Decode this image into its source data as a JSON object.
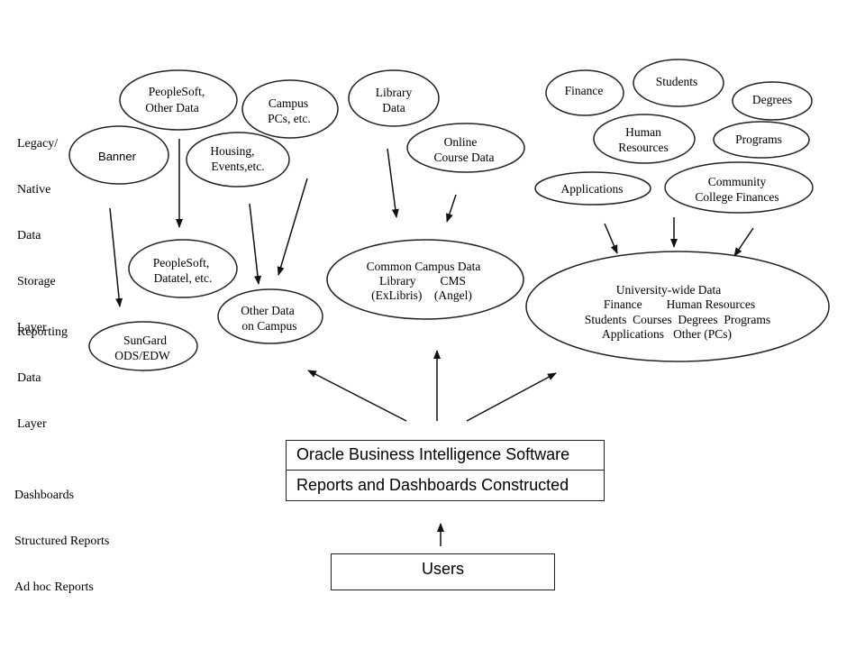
{
  "layer_labels": {
    "legacy": [
      "Legacy/",
      "Native",
      "Data",
      "Storage",
      "Layer"
    ],
    "reporting": [
      "Reporting",
      "Data",
      "Layer"
    ],
    "front": [
      "Dashboards",
      "Structured Reports",
      "Ad hoc Reports"
    ]
  },
  "source_nodes": {
    "peoplesoft_other": [
      "PeopleSoft,",
      "Other Data"
    ],
    "campus_pcs": [
      "Campus",
      "PCs, etc."
    ],
    "library_data": [
      "Library",
      "Data"
    ],
    "banner": "Banner",
    "housing": [
      "Housing,",
      "Events,etc."
    ],
    "online_course": [
      "Online",
      "Course Data"
    ],
    "finance": "Finance",
    "students": "Students",
    "degrees": "Degrees",
    "human_resources": [
      "Human",
      "Resources"
    ],
    "programs": "Programs",
    "applications": "Applications",
    "cc_finances": [
      "Community",
      "College Finances"
    ]
  },
  "reporting_nodes": {
    "peoplesoft_datatel": [
      "PeopleSoft,",
      "Datatel, etc."
    ],
    "other_data_campus": [
      "Other Data",
      "on Campus"
    ],
    "sungard": [
      "SunGard",
      "ODS/EDW"
    ],
    "common_campus": [
      "Common Campus Data",
      "Library        CMS",
      "(ExLibris)    (Angel)"
    ],
    "university_wide": [
      "University-wide Data",
      "Finance        Human Resources",
      "Students  Courses  Degrees  Programs",
      "Applications   Other (PCs)"
    ]
  },
  "obi_box": {
    "title": "Oracle Business Intelligence Software",
    "subtitle": "Reports and Dashboards Constructed"
  },
  "users_box": {
    "label": "Users"
  }
}
